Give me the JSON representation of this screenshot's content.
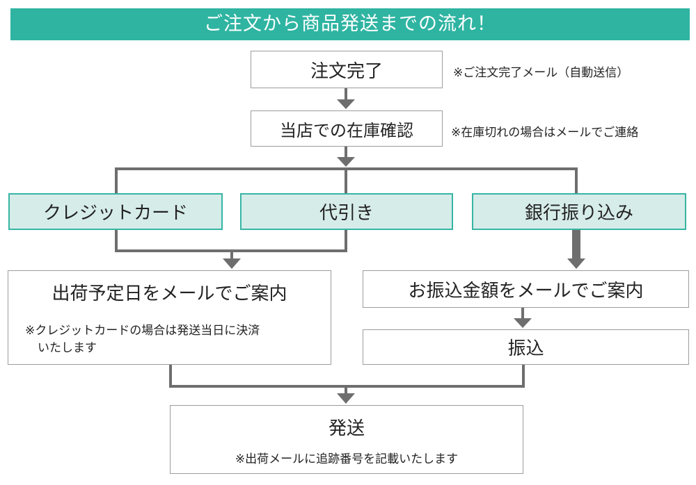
{
  "banner": {
    "title": "ご注文から商品発送までの流れ！"
  },
  "steps": {
    "order_complete": {
      "label": "注文完了",
      "note": "※ご注文完了メール（自動送信）"
    },
    "stock_check": {
      "label": "当店での在庫確認",
      "note": "※在庫切れの場合はメールでご連絡"
    },
    "credit_card": {
      "label": "クレジットカード"
    },
    "cod": {
      "label": "代引き"
    },
    "bank_transfer": {
      "label": "銀行振り込み"
    },
    "shipping_notice": {
      "label": "出荷予定日をメールでご案内",
      "note_line1": "※クレジットカードの場合は発送当日に決済",
      "note_line2": "いたします"
    },
    "amount_notice": {
      "label": "お振込金額をメールでご案内"
    },
    "transfer": {
      "label": "振込"
    },
    "dispatch": {
      "label": "発送",
      "note": "※出荷メールに追跡番号を記載いたします"
    }
  },
  "colors": {
    "accent": "#2fb4a2",
    "teal_fill": "#d6ece9",
    "connector": "#6e6e6e"
  }
}
